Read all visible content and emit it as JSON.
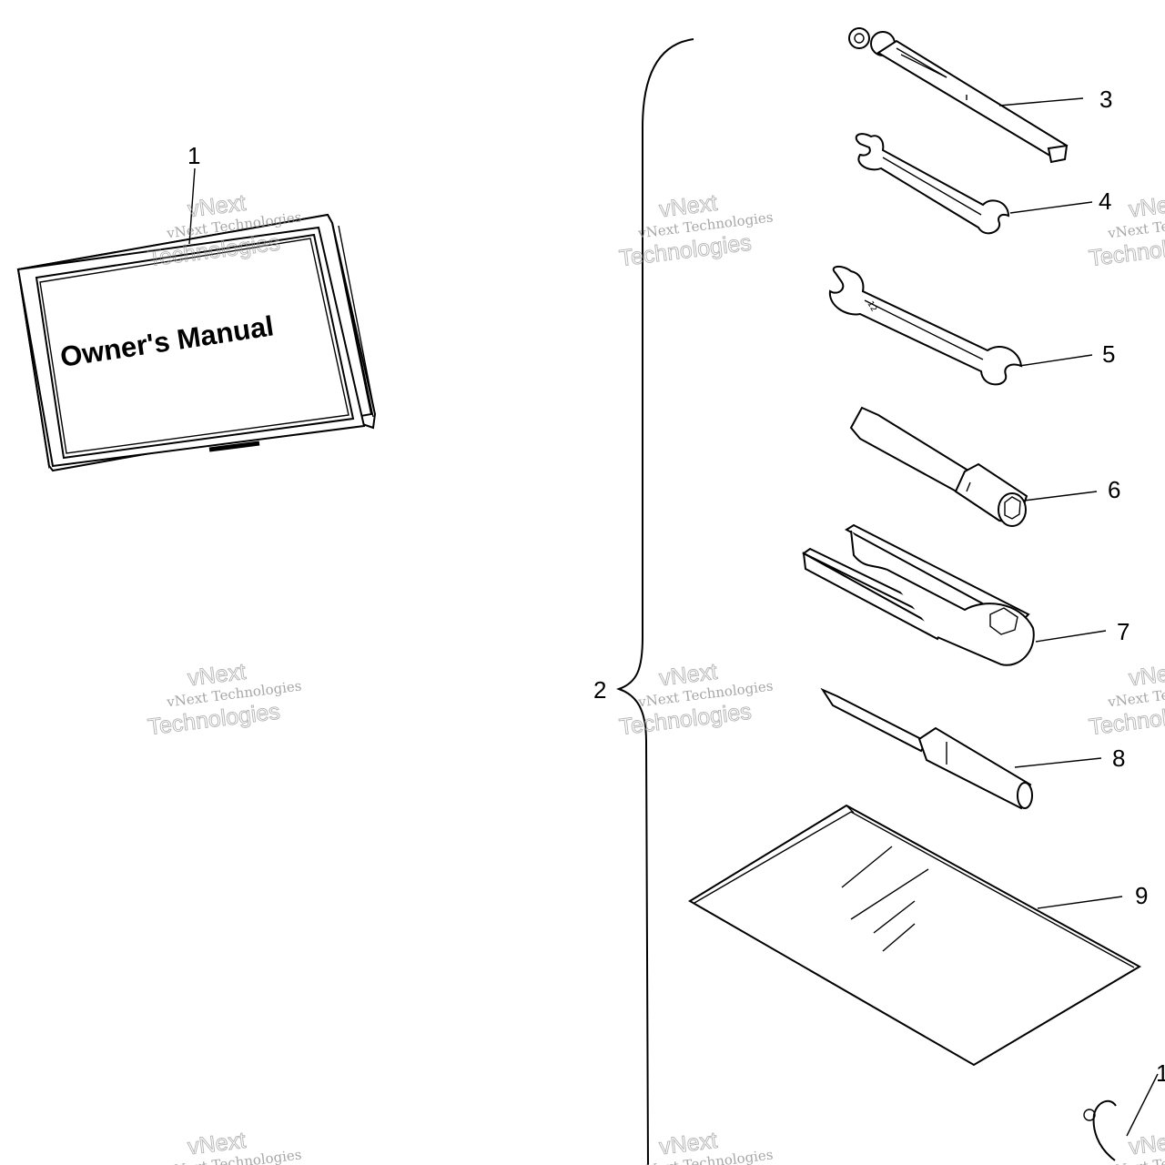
{
  "manual": {
    "cover_title": "Owner's Manual"
  },
  "callouts": [
    {
      "id": "1",
      "label": "1"
    },
    {
      "id": "2",
      "label": "2"
    },
    {
      "id": "3",
      "label": "3"
    },
    {
      "id": "4",
      "label": "4"
    },
    {
      "id": "5",
      "label": "5"
    },
    {
      "id": "6",
      "label": "6"
    },
    {
      "id": "7",
      "label": "7"
    },
    {
      "id": "8",
      "label": "8"
    },
    {
      "id": "9",
      "label": "9"
    },
    {
      "id": "10",
      "label": "1"
    }
  ],
  "watermark": {
    "line1": "vNext",
    "line2": "vNext Technologies",
    "line3": "Technologies"
  },
  "icons": [
    "owners-manual-icon",
    "plug-wrench-icon",
    "open-end-wrench-icon",
    "socket-wrench-icon",
    "spanner-tool-icon",
    "screwdriver-icon",
    "tool-bag-icon",
    "clip-icon"
  ]
}
